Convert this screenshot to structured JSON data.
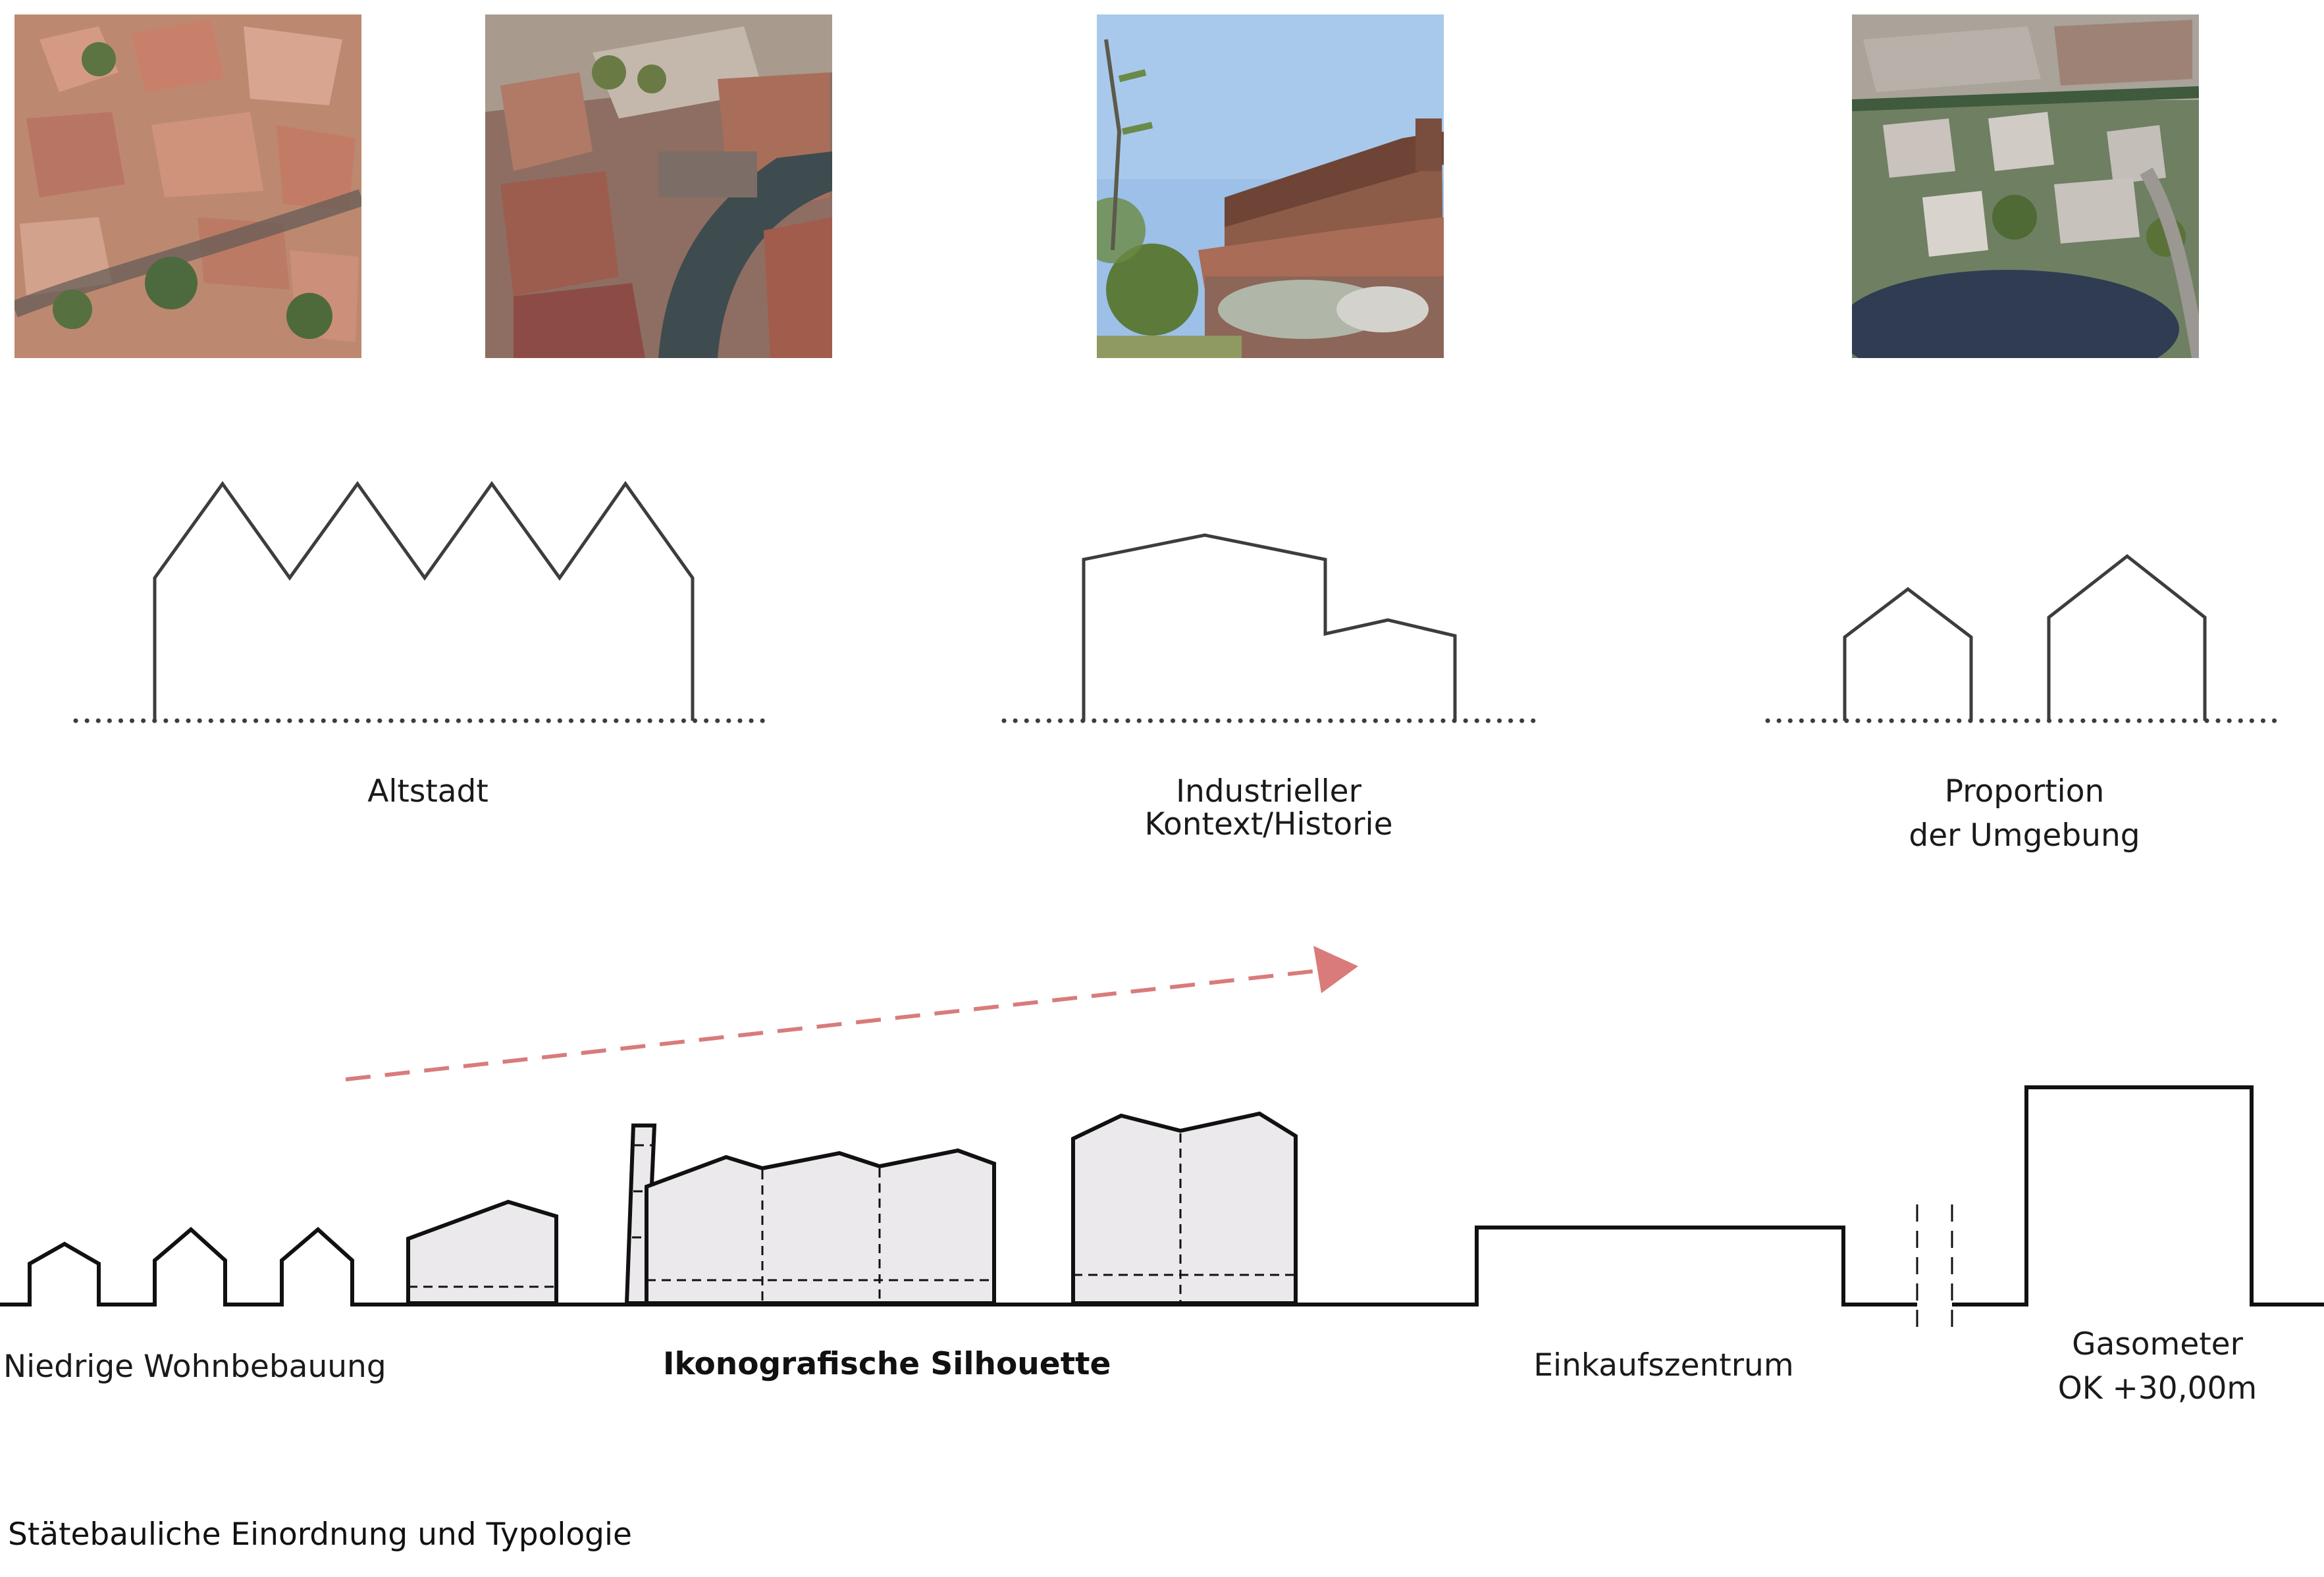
{
  "photos": [
    {
      "name": "altstadt-aerial-photo",
      "subject": "aerial view of old town roofs"
    },
    {
      "name": "harbor-aerial-photo",
      "subject": "aerial view of harbor canal"
    },
    {
      "name": "industrial-building-photo",
      "subject": "brick industrial hall with graffiti"
    },
    {
      "name": "villa-pond-aerial-photo",
      "subject": "aerial view of villas by pond"
    }
  ],
  "typology": {
    "altstadt": {
      "label": "Altstadt"
    },
    "industrial": {
      "line1": "Industrieller",
      "line2": "Kontext/Historie"
    },
    "proportion": {
      "line1": "Proportion",
      "line2": "der Umgebung"
    }
  },
  "section": {
    "niedrige_label": "Niedrige Wohnbebauung",
    "silhouette_label": "Ikonografische Silhouette",
    "einkauf_label": "Einkaufszentrum",
    "gasometer_line1": "Gasometer",
    "gasometer_line2": "OK +30,00m"
  },
  "caption": "Stätebauliche Einordnung und Typologie",
  "colors": {
    "arrow": "#d97b7b",
    "building_fill": "#ebe9ec",
    "line": "#111111"
  }
}
